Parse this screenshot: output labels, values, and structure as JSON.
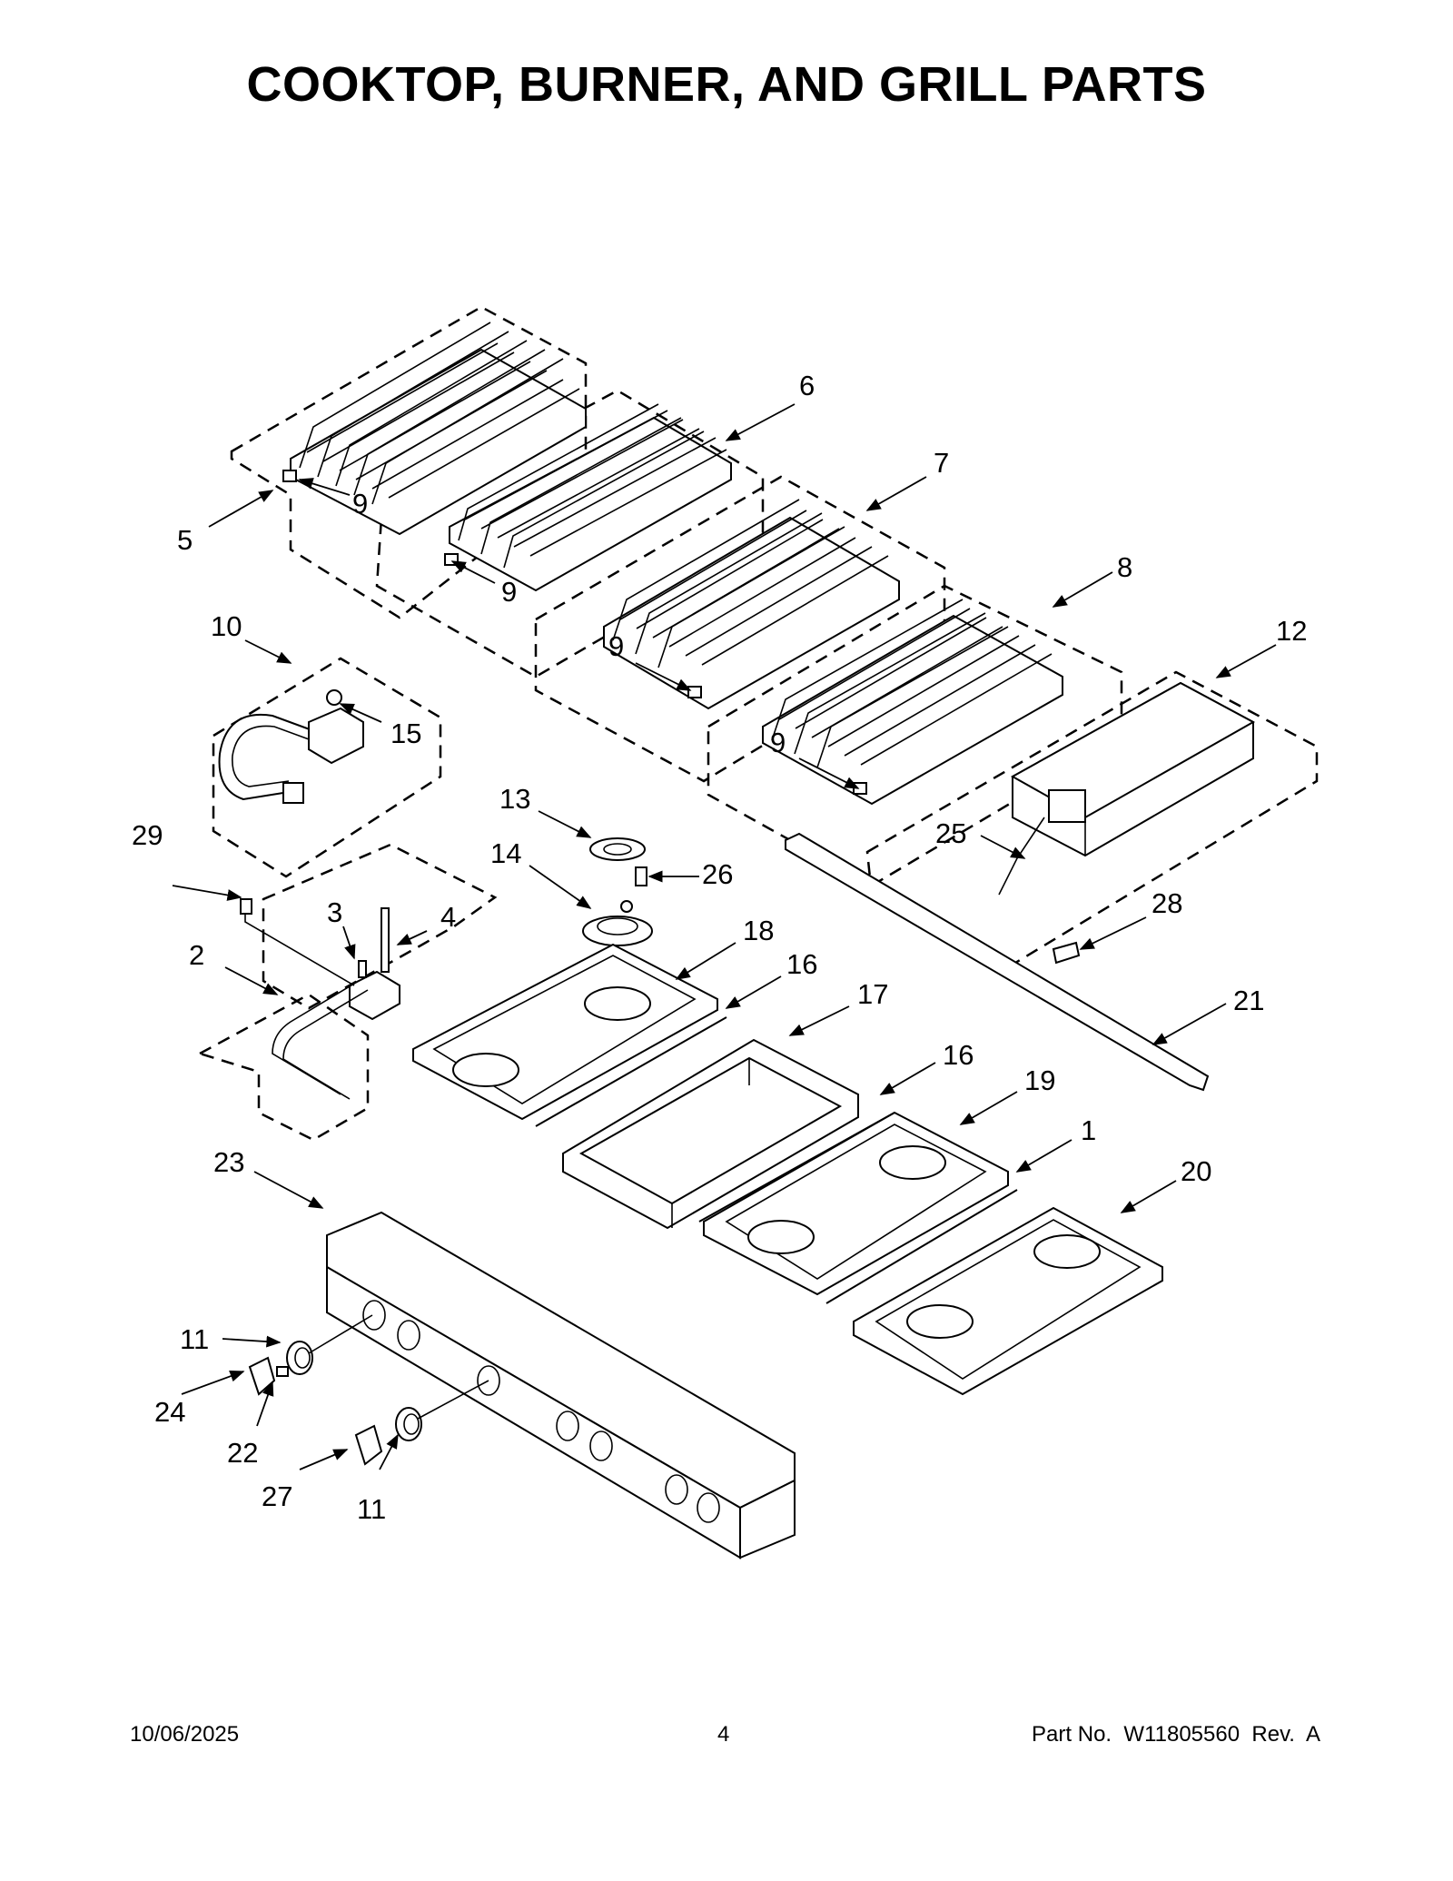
{
  "title": "COOKTOP, BURNER, AND GRILL PARTS",
  "callouts": [
    {
      "id": "c-6",
      "label": "6"
    },
    {
      "id": "c-7",
      "label": "7"
    },
    {
      "id": "c-5",
      "label": "5"
    },
    {
      "id": "c-9a",
      "label": "9"
    },
    {
      "id": "c-9b",
      "label": "9"
    },
    {
      "id": "c-9c",
      "label": "9"
    },
    {
      "id": "c-9d",
      "label": "9"
    },
    {
      "id": "c-8",
      "label": "8"
    },
    {
      "id": "c-10",
      "label": "10"
    },
    {
      "id": "c-12",
      "label": "12"
    },
    {
      "id": "c-15",
      "label": "15"
    },
    {
      "id": "c-13",
      "label": "13"
    },
    {
      "id": "c-14",
      "label": "14"
    },
    {
      "id": "c-26",
      "label": "26"
    },
    {
      "id": "c-25",
      "label": "25"
    },
    {
      "id": "c-29",
      "label": "29"
    },
    {
      "id": "c-3",
      "label": "3"
    },
    {
      "id": "c-4",
      "label": "4"
    },
    {
      "id": "c-28",
      "label": "28"
    },
    {
      "id": "c-2",
      "label": "2"
    },
    {
      "id": "c-18",
      "label": "18"
    },
    {
      "id": "c-16a",
      "label": "16"
    },
    {
      "id": "c-17",
      "label": "17"
    },
    {
      "id": "c-21",
      "label": "21"
    },
    {
      "id": "c-16b",
      "label": "16"
    },
    {
      "id": "c-19",
      "label": "19"
    },
    {
      "id": "c-23",
      "label": "23"
    },
    {
      "id": "c-1",
      "label": "1"
    },
    {
      "id": "c-20",
      "label": "20"
    },
    {
      "id": "c-11a",
      "label": "11"
    },
    {
      "id": "c-24",
      "label": "24"
    },
    {
      "id": "c-22",
      "label": "22"
    },
    {
      "id": "c-27",
      "label": "27"
    },
    {
      "id": "c-11b",
      "label": "11"
    }
  ],
  "footer": {
    "date": "10/06/2025",
    "page": "4",
    "part_no": "Part No.  W11805560  Rev.  A"
  }
}
